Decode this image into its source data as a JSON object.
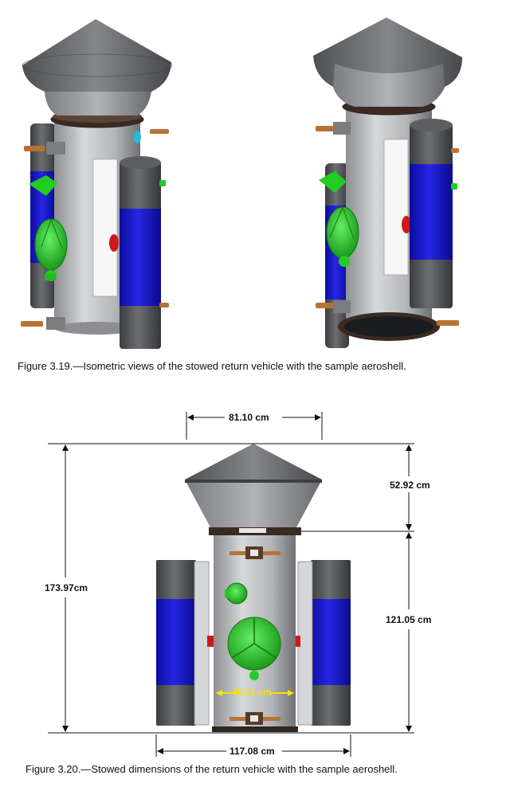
{
  "figure_3_19": {
    "caption": "Figure 3.19.—Isometric views of the stowed return vehicle with the sample aeroshell."
  },
  "figure_3_20": {
    "caption": "Figure 3.20.—Stowed dimensions of the return vehicle with the sample aeroshell.",
    "dimensions": {
      "aeroshell_width": "81.10 cm",
      "aeroshell_height": "52.92 cm",
      "total_height": "173.97cm",
      "body_height": "121.05 cm",
      "body_width": "45.21 cm",
      "total_width": "117.08 cm"
    }
  },
  "colors": {
    "aeroshell": "#6e7074",
    "body": "#bcbec0",
    "tank_gray": "#5a5c60",
    "tank_blue": "#1a1ad8",
    "green": "#33cc33",
    "red": "#cc1a1a",
    "copper": "#b87333",
    "yellow_dim": "#f5e400"
  }
}
